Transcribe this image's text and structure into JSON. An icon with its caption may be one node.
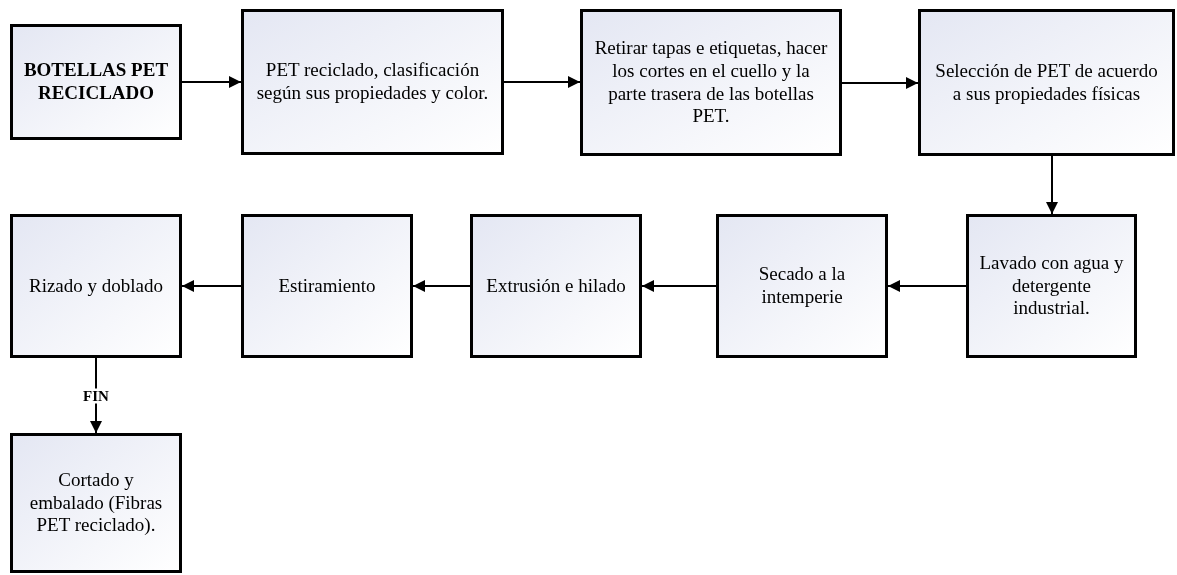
{
  "diagram": {
    "nodes": [
      {
        "text": [
          "BOTELLAS PET RECICLADO"
        ]
      },
      {
        "text": [
          "PET reciclado, clasificación según sus propiedades y color."
        ]
      },
      {
        "text": [
          "Retirar tapas e etiquetas, hacer los cortes en el cuello y la parte trasera de las botellas PET."
        ]
      },
      {
        "text": [
          "Selección de PET de acuerdo a sus propiedades físicas"
        ]
      },
      {
        "text": [
          "Lavado con agua y detergente industrial."
        ]
      },
      {
        "text": [
          "Secado a la intemperie"
        ]
      },
      {
        "text": [
          "Extrusión e hilado"
        ]
      },
      {
        "text": [
          "Estiramiento"
        ]
      },
      {
        "text": [
          "Rizado y doblado"
        ]
      },
      {
        "text": [
          "Cortado y embalado (Fibras PET reciclado)."
        ]
      }
    ],
    "edges": [
      {
        "from": 0,
        "to": 1,
        "arrow": "to"
      },
      {
        "from": 1,
        "to": 2,
        "arrow": "to"
      },
      {
        "from": 2,
        "to": 3,
        "arrow": "to"
      },
      {
        "from": 3,
        "to": 4,
        "arrow": "to"
      },
      {
        "from": 4,
        "to": 5,
        "arrow": "to"
      },
      {
        "from": 5,
        "to": 6,
        "arrow": "to"
      },
      {
        "from": 6,
        "to": 7,
        "arrow": "to"
      },
      {
        "from": 7,
        "to": 8,
        "arrow": "to"
      },
      {
        "from": 8,
        "to": 9,
        "label": "FIN",
        "arrow": "to"
      }
    ]
  }
}
